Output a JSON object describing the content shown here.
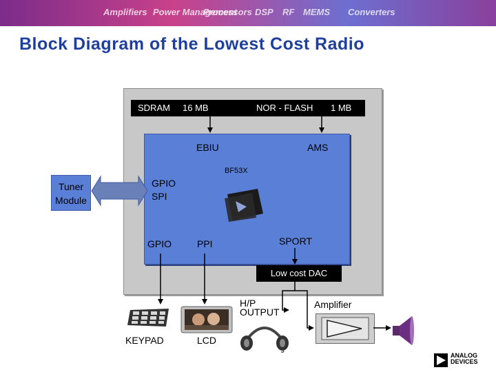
{
  "banner": {
    "words": [
      "Amplifiers",
      "Power Management",
      "Processors",
      "DSP",
      "RF",
      "MEMS",
      "Converters"
    ]
  },
  "title": "Block Diagram of the Lowest Cost Radio",
  "memory": {
    "sdram_label": "SDRAM",
    "sdram_size": "16 MB",
    "flash_label": "NOR - FLASH",
    "flash_size": "1 MB"
  },
  "processor": {
    "ebiu": "EBIU",
    "ams": "AMS",
    "name": "BF53X",
    "gpio_spi_line1": "GPIO",
    "gpio_spi_line2": "SPI",
    "gpio": "GPIO",
    "ppi": "PPI",
    "sport": "SPORT"
  },
  "tuner": {
    "line1": "Tuner",
    "line2": "Module"
  },
  "dac": "Low cost DAC",
  "outputs": {
    "hp_line1": "H/P",
    "hp_line2": "OUTPUT",
    "amplifier": "Amplifier",
    "keypad": "KEYPAD",
    "lcd": "LCD"
  },
  "logo": {
    "line1": "ANALOG",
    "line2": "DEVICES"
  },
  "colors": {
    "title": "#1f3f9c",
    "chip": "#5a7fd6",
    "board": "#c8c8c8",
    "tuner_arrow": "#6a80b8",
    "banner_start": "#7b2c8a",
    "banner_end": "#8a3f9c"
  }
}
